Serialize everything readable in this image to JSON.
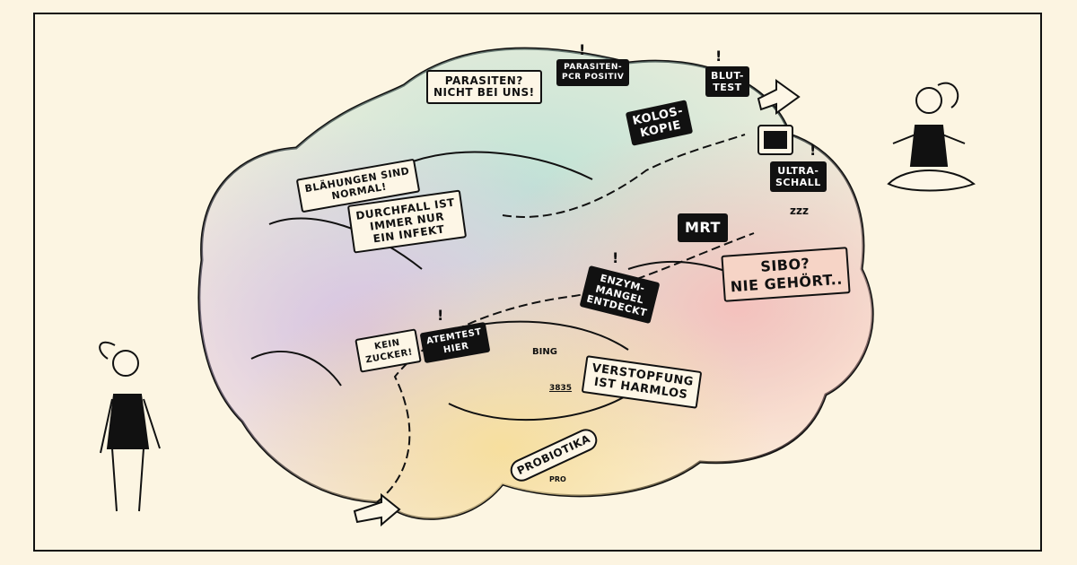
{
  "signs": {
    "parasiten": "Parasiten?\nnicht bei uns!",
    "parasiten_pcr": "Parasiten-\nPCR positiv",
    "bluttest": "Blut-\nTest",
    "koloskopie": "Kolos-\nkopie",
    "ultraschall": "Ultra-\nschall",
    "blaehungen": "Blähungen sind\nnormal!",
    "durchfall": "Durchfall ist\nimmer nur\nein Infekt",
    "mrt": "MRT",
    "sibo": "SIBO?\nnie gehört..",
    "enzym": "Enzym-\nmangel\nentdeckt",
    "atemtest": "Atemtest\nhier",
    "kein_zucker": "kein\nZucker!",
    "verstopfung": "Verstopfung\nist harmlos",
    "probiotika": "Probiotika"
  },
  "small_text": {
    "bing": "BING",
    "likes": "3835",
    "pro": "PRO",
    "zzz": "zzz"
  },
  "colors": {
    "background": "#fcf4e1",
    "ink": "#111111"
  }
}
